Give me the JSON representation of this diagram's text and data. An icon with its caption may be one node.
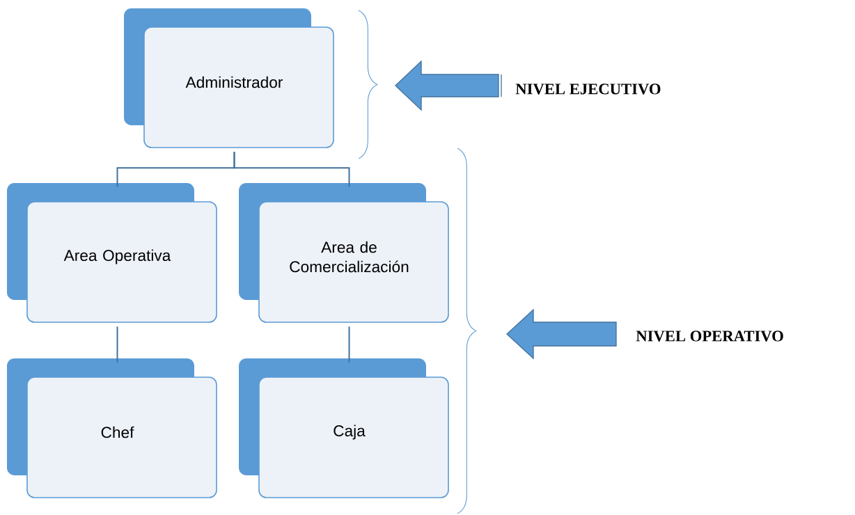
{
  "diagram": {
    "nodes": [
      {
        "text": [
          "Administrador"
        ]
      },
      {
        "text": [
          "Area Operativa"
        ]
      },
      {
        "text": [
          "Area de Comercialización"
        ]
      },
      {
        "text": [
          "Chef"
        ]
      },
      {
        "text": [
          "Caja"
        ]
      }
    ],
    "edges": [
      {
        "from": 0,
        "to": 1,
        "arrow": "none"
      },
      {
        "from": 0,
        "to": 2,
        "arrow": "none"
      },
      {
        "from": 1,
        "to": 3,
        "arrow": "none"
      },
      {
        "from": 2,
        "to": 4,
        "arrow": "none"
      }
    ],
    "labels": [
      "NIVEL EJECUTIVO",
      "NIVEL OPERATIVO"
    ]
  }
}
